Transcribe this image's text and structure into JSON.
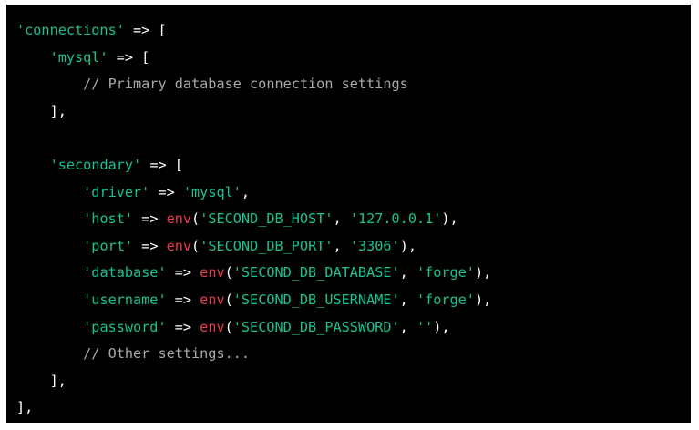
{
  "colors": {
    "background": "#000000",
    "plain": "#ffffff",
    "string": "#19c191",
    "function": "#e83a4b",
    "comment": "#a8a8a8"
  },
  "code": {
    "lines": [
      {
        "indent": "",
        "tokens": [
          {
            "t": "string",
            "v": "'connections'"
          },
          {
            "t": "plain",
            "v": " => ["
          }
        ]
      },
      {
        "indent": "    ",
        "tokens": [
          {
            "t": "string",
            "v": "'mysql'"
          },
          {
            "t": "plain",
            "v": " => ["
          }
        ]
      },
      {
        "indent": "        ",
        "tokens": [
          {
            "t": "comment",
            "v": "// Primary database connection settings"
          }
        ]
      },
      {
        "indent": "    ",
        "tokens": [
          {
            "t": "plain",
            "v": "],"
          }
        ]
      },
      {
        "indent": "",
        "tokens": []
      },
      {
        "indent": "    ",
        "tokens": [
          {
            "t": "string",
            "v": "'secondary'"
          },
          {
            "t": "plain",
            "v": " => ["
          }
        ]
      },
      {
        "indent": "        ",
        "tokens": [
          {
            "t": "string",
            "v": "'driver'"
          },
          {
            "t": "plain",
            "v": " => "
          },
          {
            "t": "string",
            "v": "'mysql'"
          },
          {
            "t": "plain",
            "v": ","
          }
        ]
      },
      {
        "indent": "        ",
        "tokens": [
          {
            "t": "string",
            "v": "'host'"
          },
          {
            "t": "plain",
            "v": " => "
          },
          {
            "t": "func",
            "v": "env"
          },
          {
            "t": "plain",
            "v": "("
          },
          {
            "t": "string",
            "v": "'SECOND_DB_HOST'"
          },
          {
            "t": "plain",
            "v": ", "
          },
          {
            "t": "string",
            "v": "'127.0.0.1'"
          },
          {
            "t": "plain",
            "v": "),"
          }
        ]
      },
      {
        "indent": "        ",
        "tokens": [
          {
            "t": "string",
            "v": "'port'"
          },
          {
            "t": "plain",
            "v": " => "
          },
          {
            "t": "func",
            "v": "env"
          },
          {
            "t": "plain",
            "v": "("
          },
          {
            "t": "string",
            "v": "'SECOND_DB_PORT'"
          },
          {
            "t": "plain",
            "v": ", "
          },
          {
            "t": "string",
            "v": "'3306'"
          },
          {
            "t": "plain",
            "v": "),"
          }
        ]
      },
      {
        "indent": "        ",
        "tokens": [
          {
            "t": "string",
            "v": "'database'"
          },
          {
            "t": "plain",
            "v": " => "
          },
          {
            "t": "func",
            "v": "env"
          },
          {
            "t": "plain",
            "v": "("
          },
          {
            "t": "string",
            "v": "'SECOND_DB_DATABASE'"
          },
          {
            "t": "plain",
            "v": ", "
          },
          {
            "t": "string",
            "v": "'forge'"
          },
          {
            "t": "plain",
            "v": "),"
          }
        ]
      },
      {
        "indent": "        ",
        "tokens": [
          {
            "t": "string",
            "v": "'username'"
          },
          {
            "t": "plain",
            "v": " => "
          },
          {
            "t": "func",
            "v": "env"
          },
          {
            "t": "plain",
            "v": "("
          },
          {
            "t": "string",
            "v": "'SECOND_DB_USERNAME'"
          },
          {
            "t": "plain",
            "v": ", "
          },
          {
            "t": "string",
            "v": "'forge'"
          },
          {
            "t": "plain",
            "v": "),"
          }
        ]
      },
      {
        "indent": "        ",
        "tokens": [
          {
            "t": "string",
            "v": "'password'"
          },
          {
            "t": "plain",
            "v": " => "
          },
          {
            "t": "func",
            "v": "env"
          },
          {
            "t": "plain",
            "v": "("
          },
          {
            "t": "string",
            "v": "'SECOND_DB_PASSWORD'"
          },
          {
            "t": "plain",
            "v": ", "
          },
          {
            "t": "string",
            "v": "''"
          },
          {
            "t": "plain",
            "v": "),"
          }
        ]
      },
      {
        "indent": "        ",
        "tokens": [
          {
            "t": "comment",
            "v": "// Other settings..."
          }
        ]
      },
      {
        "indent": "    ",
        "tokens": [
          {
            "t": "plain",
            "v": "],"
          }
        ]
      },
      {
        "indent": "",
        "tokens": [
          {
            "t": "plain",
            "v": "],"
          }
        ]
      }
    ]
  }
}
